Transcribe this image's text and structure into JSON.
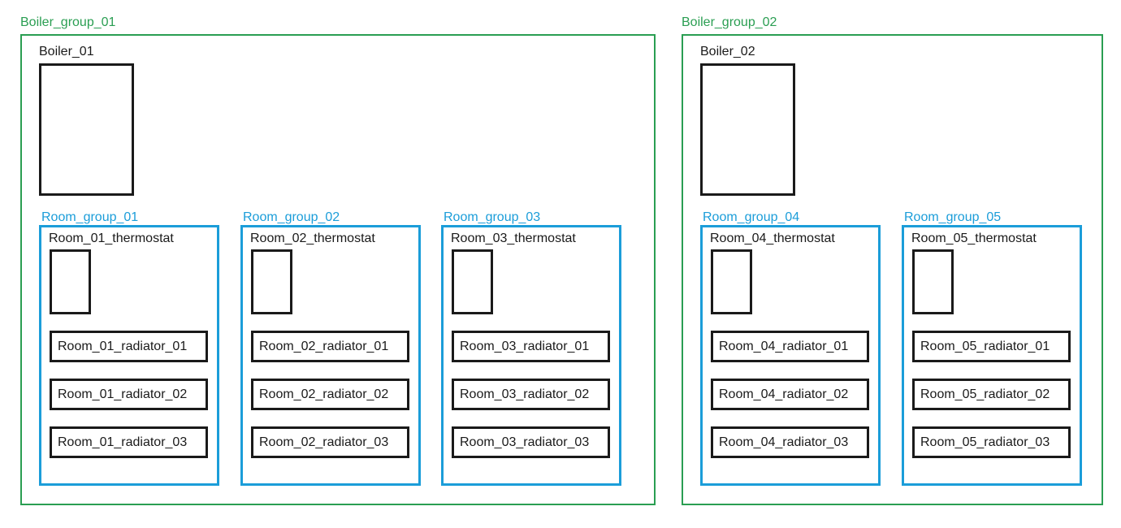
{
  "diagram": {
    "colors": {
      "boiler_group_border": "#2a9e52",
      "room_group_border": "#1b9dd9",
      "device_border": "#1a1a1a",
      "background": "#ffffff"
    },
    "boiler_groups": [
      {
        "label": "Boiler_group_01",
        "boiler": {
          "label": "Boiler_01"
        },
        "room_groups": [
          {
            "label": "Room_group_01",
            "thermostat_label": "Room_01_thermostat",
            "radiators": [
              "Room_01_radiator_01",
              "Room_01_radiator_02",
              "Room_01_radiator_03"
            ]
          },
          {
            "label": "Room_group_02",
            "thermostat_label": "Room_02_thermostat",
            "radiators": [
              "Room_02_radiator_01",
              "Room_02_radiator_02",
              "Room_02_radiator_03"
            ]
          },
          {
            "label": "Room_group_03",
            "thermostat_label": "Room_03_thermostat",
            "radiators": [
              "Room_03_radiator_01",
              "Room_03_radiator_02",
              "Room_03_radiator_03"
            ]
          }
        ]
      },
      {
        "label": "Boiler_group_02",
        "boiler": {
          "label": "Boiler_02"
        },
        "room_groups": [
          {
            "label": "Room_group_04",
            "thermostat_label": "Room_04_thermostat",
            "radiators": [
              "Room_04_radiator_01",
              "Room_04_radiator_02",
              "Room_04_radiator_03"
            ]
          },
          {
            "label": "Room_group_05",
            "thermostat_label": "Room_05_thermostat",
            "radiators": [
              "Room_05_radiator_01",
              "Room_05_radiator_02",
              "Room_05_radiator_03"
            ]
          }
        ]
      }
    ]
  }
}
